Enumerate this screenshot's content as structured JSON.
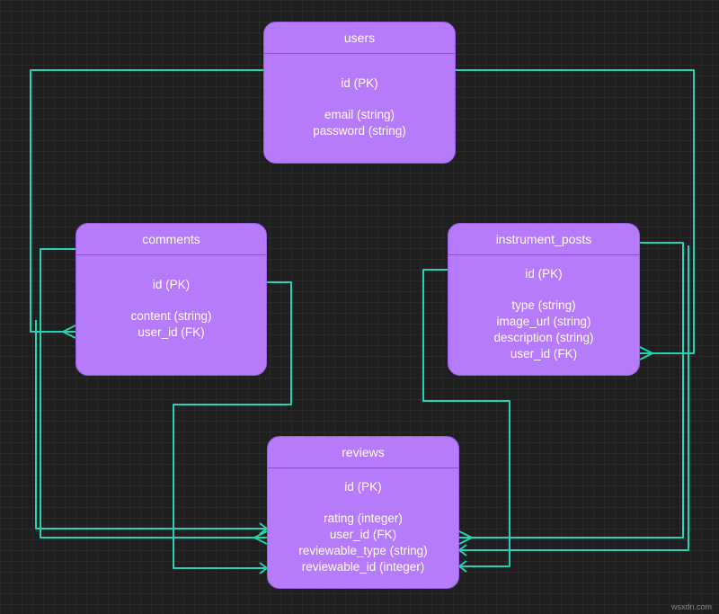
{
  "colors": {
    "entity_fill": "#b57bfa",
    "connector": "#22d3b6",
    "background": "#1f1f1f"
  },
  "entities": {
    "users": {
      "title": "users",
      "pk": "id (PK)",
      "fields": [
        "email (string)",
        "password (string)"
      ]
    },
    "comments": {
      "title": "comments",
      "pk": "id (PK)",
      "fields": [
        "content (string)",
        "user_id (FK)"
      ]
    },
    "instrument_posts": {
      "title": "instrument_posts",
      "pk": "id (PK)",
      "fields": [
        "type (string)",
        "image_url (string)",
        "description (string)",
        "user_id (FK)"
      ]
    },
    "reviews": {
      "title": "reviews",
      "pk": "id (PK)",
      "fields": [
        "rating (integer)",
        "user_id (FK)",
        "reviewable_type (string)",
        "reviewable_id (integer)"
      ]
    }
  },
  "relationships": [
    {
      "from": "users",
      "to": "comments",
      "label": ""
    },
    {
      "from": "users",
      "to": "instrument_posts",
      "label": ""
    },
    {
      "from": "users",
      "to": "reviews",
      "label": ""
    },
    {
      "from": "comments",
      "to": "reviews",
      "label": ""
    },
    {
      "from": "instrument_posts",
      "to": "reviews",
      "label": ""
    }
  ],
  "watermark": "wsxdn.com"
}
